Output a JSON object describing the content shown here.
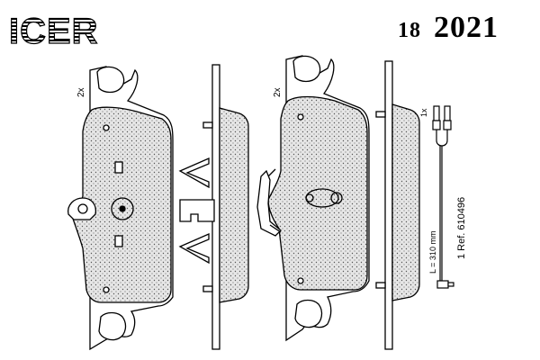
{
  "brand": {
    "name": "ICER"
  },
  "part": {
    "prefix": "18",
    "number": "2021"
  },
  "annotations": {
    "pad_qty_left": "2x",
    "pad_qty_right": "2x",
    "sensor_qty": "1x",
    "sensor_ref": "1 Ref. 610496",
    "sensor_length": "L = 310 mm"
  },
  "colors": {
    "ink": "#000000",
    "friction_fill": "#dcdcdc",
    "background": "#ffffff"
  }
}
